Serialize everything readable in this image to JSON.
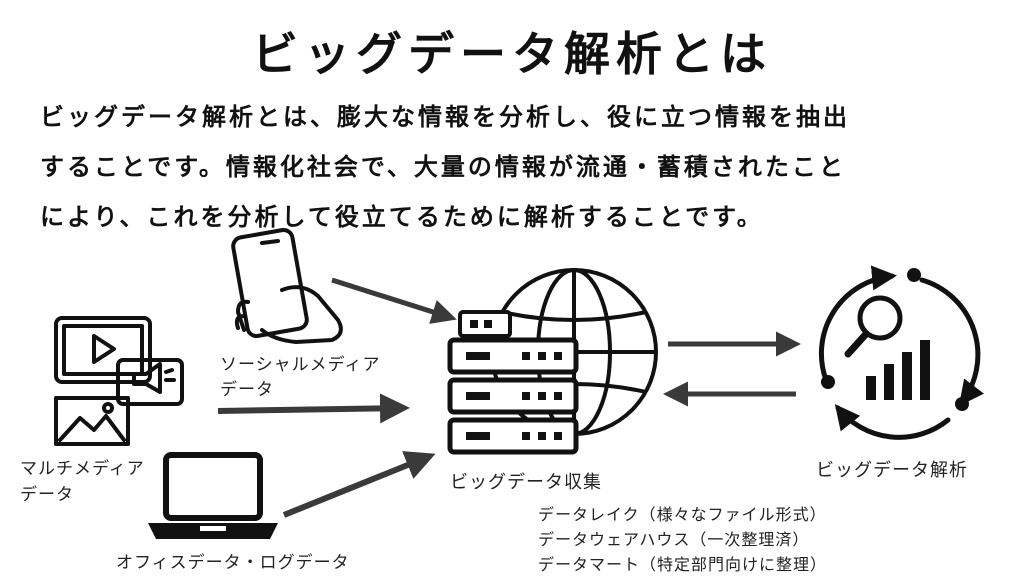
{
  "title": "ビッグデータ解析とは",
  "description_lines": [
    "ビッグデータ解析とは、膨大な情報を分析し、役に立つ情報を抽出",
    "することです。情報化社会で、大量の情報が流通・蓄積されたこと",
    "により、これを分析して役立てるために解析することです。"
  ],
  "sources": {
    "social_media": {
      "line1": "ソーシャルメディア",
      "line2": "データ",
      "icon": "smartphone-hand-icon"
    },
    "multimedia": {
      "line1": "マルチメディア",
      "line2": "データ",
      "icon": "multimedia-icon"
    },
    "office": {
      "line1": "オフィスデータ・ログデータ",
      "icon": "laptop-icon"
    }
  },
  "hub": {
    "label": "ビッグデータ収集",
    "icon": "server-globe-icon"
  },
  "analysis": {
    "label": "ビッグデータ解析",
    "icon": "analytics-cycle-icon"
  },
  "storage": [
    "データレイク（様々なファイル形式）",
    "データウェアハウス（一次整理済）",
    "データマート（特定部門向けに整理）"
  ],
  "colors": {
    "ink": "#111111",
    "arrow": "#3a3a3a",
    "background": "#ffffff"
  }
}
